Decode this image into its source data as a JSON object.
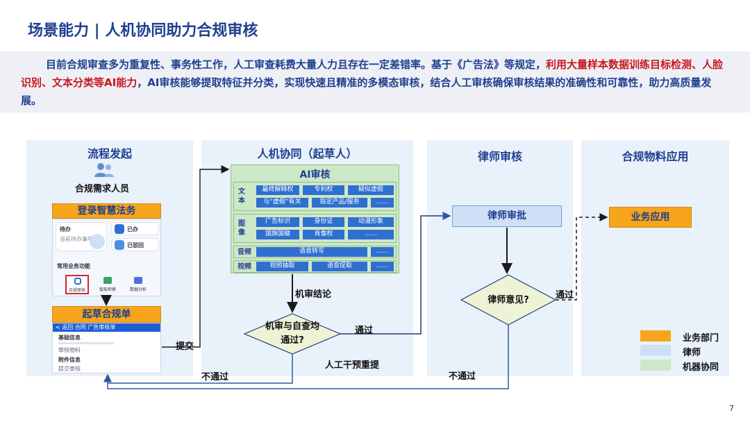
{
  "header": {
    "title": "场景能力 | 人机协同助力合规审核",
    "intro_part1": "目前合规审查多为重复性、事务性工作，人工审查耗费大量人力且存在一定差错率。基于《广告法》等规定，",
    "intro_red1": "利用大量样本数据训练目标检测、人脸识别、文本分类等AI能力",
    "intro_part2": "，AI审核能够提取特征并分类，实现快速且精准的多模态审核，结合人工审核确保审核结果的准确性和可靠性，助力高质量发展。"
  },
  "columns": {
    "col1_title": "流程发起",
    "col2_title": "人机协同（起草人）",
    "col3_title": "律师审核",
    "col4_title": "合规物料应用"
  },
  "col1": {
    "requester": "合规需求人员",
    "login": "登录智慧法务",
    "draft": "起草合规单",
    "phone1": {
      "card1_title": "待办",
      "card1_sub": "当前待办事项",
      "card2_title": "已办",
      "card3_title": "已驳回",
      "section": "常用业务功能",
      "icon1": "合规审核",
      "icon2": "智能检索",
      "icon3": "数据分析"
    },
    "phone2": {
      "bar": "< 返回 合同    广告审核单",
      "item1": "基础信息",
      "item2": "审核物料",
      "item3": "附件信息",
      "item4": "提交审核"
    }
  },
  "ai": {
    "title": "AI审核",
    "rows": [
      {
        "label": "文本",
        "tags": [
          "最终解释权",
          "专利权",
          "疑似虚假",
          "与“虚假”有关",
          "指定产品/服务",
          "……"
        ]
      },
      {
        "label": "图像",
        "tags": [
          "广告标识",
          "身份证",
          "动漫形象",
          "国旗国徽",
          "肖像权",
          "……"
        ]
      },
      {
        "label": "音频",
        "tags": [
          "语音转写",
          "……"
        ]
      },
      {
        "label": "视频",
        "tags": [
          "视频抽取",
          "语音提取",
          "……"
        ]
      }
    ]
  },
  "flow": {
    "machine_conclusion": "机审结论",
    "diamond1": "机审与自查均通过?",
    "submit": "提交",
    "pass1": "通过",
    "human_intervene": "人工干预重提",
    "fail1": "不通过",
    "lawyer_approve": "律师审批",
    "diamond2": "律师意见?",
    "pass2": "通过",
    "fail2": "不通过",
    "business_app": "业务应用"
  },
  "legend": {
    "items": [
      {
        "label": "业务部门",
        "color": "#f7a51c"
      },
      {
        "label": "律师",
        "color": "#cfe0f6"
      },
      {
        "label": "机器协同",
        "color": "#cde8c8"
      }
    ]
  },
  "page_number": "7"
}
